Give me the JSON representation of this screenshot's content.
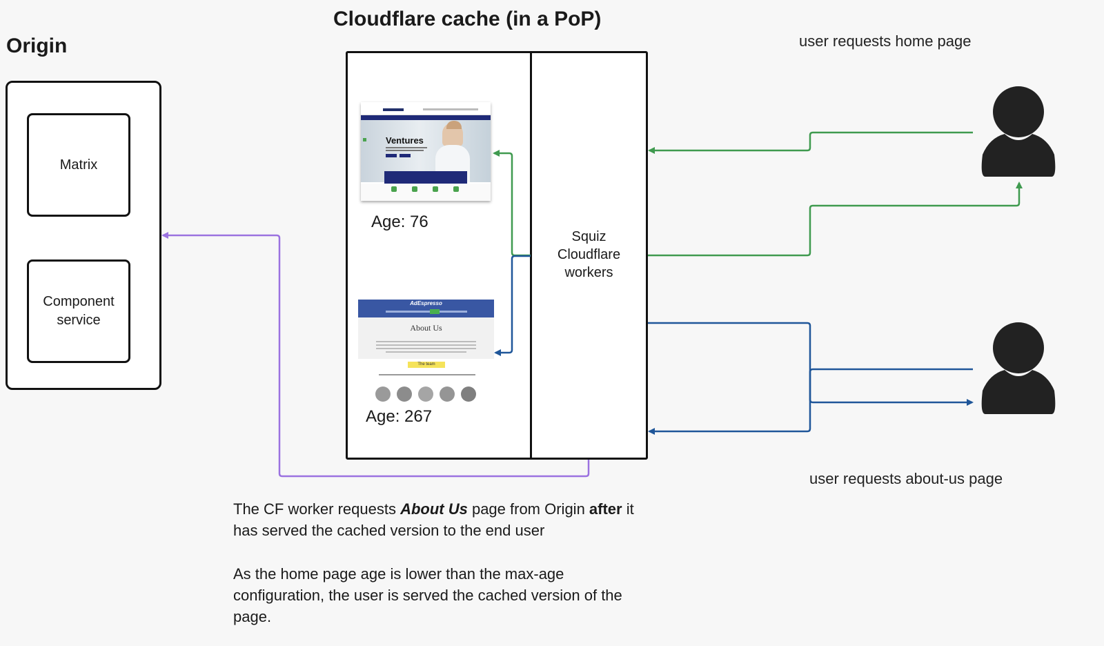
{
  "titles": {
    "origin": "Origin",
    "cache": "Cloudflare cache (in a PoP)"
  },
  "origin": {
    "matrix": "Matrix",
    "component_line1": "Component",
    "component_line2": "service"
  },
  "workers": {
    "line1": "Squiz",
    "line2": "Cloudflare",
    "line3": "workers"
  },
  "cached_pages": {
    "home": {
      "headline": "Ventures",
      "age": "Age: 76"
    },
    "about": {
      "brand": "AdEspresso",
      "heading": "About Us",
      "badge": "The team",
      "age": "Age: 267"
    }
  },
  "users": {
    "home_request": "user requests home page",
    "about_request": "user requests about-us page"
  },
  "caption": {
    "p1_a": "The CF worker requests ",
    "p1_b": "About Us",
    "p1_c": " page from Origin ",
    "p1_d": "after",
    "p1_e": " it",
    "p1_f": "has served the cached version to the end user",
    "p2_a": "As the home page age is lower than the max-age",
    "p2_b": "configuration, the user is served the cached version of the",
    "p2_c": "page."
  },
  "colors": {
    "green": "#3f9a4f",
    "blue": "#1f5699",
    "purple": "#9b72e0"
  }
}
